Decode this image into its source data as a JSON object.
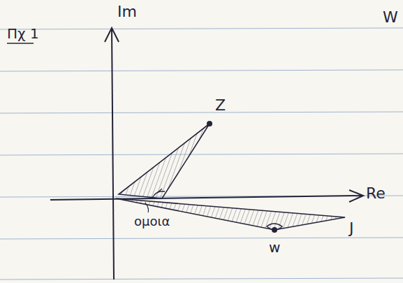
{
  "diagram": {
    "labels": [
      "Πχ 1",
      "Im",
      "Re",
      "Z",
      "J",
      "w",
      "ομοια",
      "W"
    ]
  }
}
